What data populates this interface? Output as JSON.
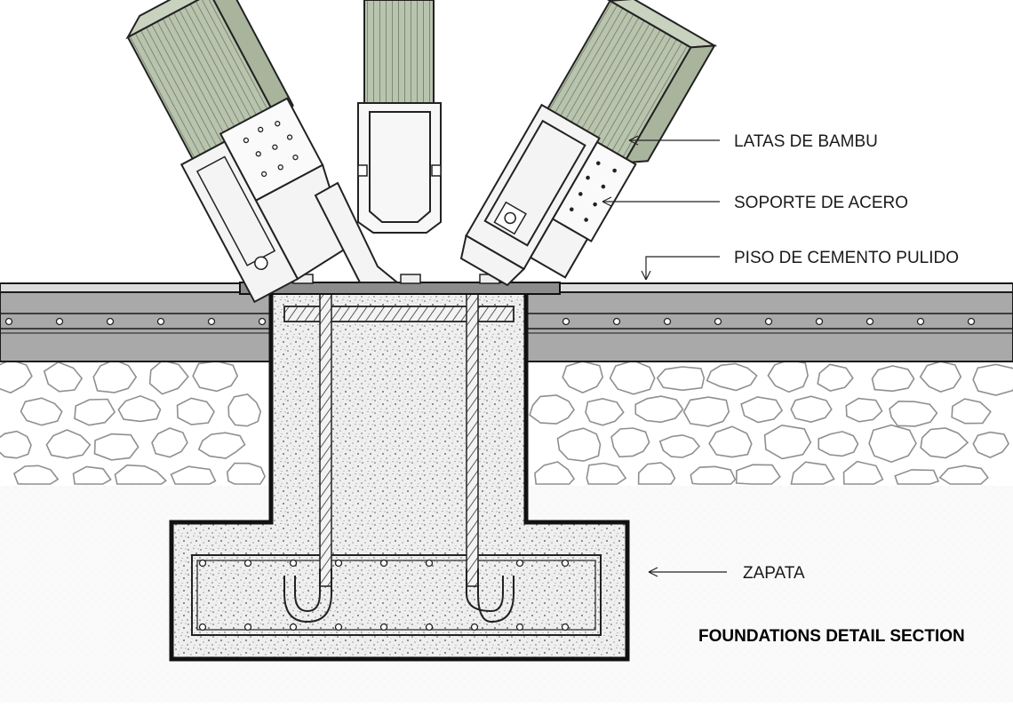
{
  "title": "FOUNDATIONS DETAIL SECTION",
  "labels": {
    "bamboo": "LATAS DE BAMBU",
    "steel": "SOPORTE DE ACERO",
    "floor": "PISO DE CEMENTO PULIDO",
    "footing": "ZAPATA"
  },
  "colors": {
    "bamboo": "#b9c4ae",
    "steel": "#f2f2f2",
    "slab": "#a9a9a9",
    "concrete": "#eeeeee",
    "stone_fill": "#ffffff",
    "stone_line": "#9a9a9a",
    "line": "#1a1a1a"
  }
}
